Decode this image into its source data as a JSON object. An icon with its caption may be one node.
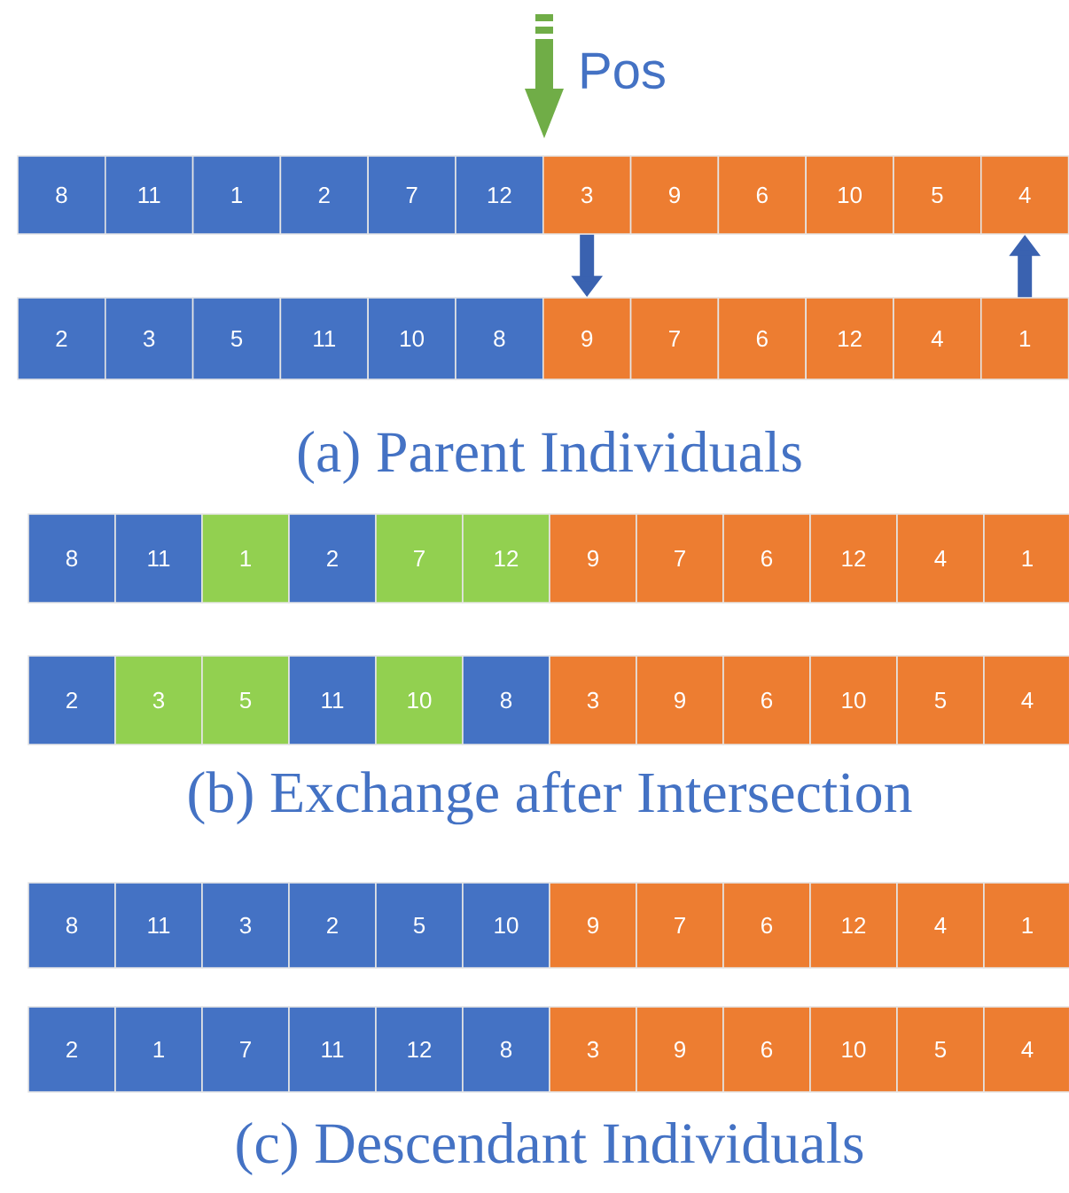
{
  "diagram": {
    "nodes": [
      {
        "text": [
          "8"
        ]
      },
      {
        "text": [
          "11"
        ]
      },
      {
        "text": [
          "1"
        ]
      },
      {
        "text": [
          "2"
        ]
      },
      {
        "text": [
          "7"
        ]
      },
      {
        "text": [
          "12"
        ]
      },
      {
        "text": [
          "3"
        ]
      },
      {
        "text": [
          "9"
        ]
      },
      {
        "text": [
          "6"
        ]
      },
      {
        "text": [
          "10"
        ]
      },
      {
        "text": [
          "5"
        ]
      },
      {
        "text": [
          "4"
        ]
      },
      {
        "text": [
          "2"
        ]
      },
      {
        "text": [
          "3"
        ]
      },
      {
        "text": [
          "5"
        ]
      },
      {
        "text": [
          "11"
        ]
      },
      {
        "text": [
          "10"
        ]
      },
      {
        "text": [
          "8"
        ]
      },
      {
        "text": [
          "9"
        ]
      },
      {
        "text": [
          "7"
        ]
      },
      {
        "text": [
          "6"
        ]
      },
      {
        "text": [
          "12"
        ]
      },
      {
        "text": [
          "4"
        ]
      },
      {
        "text": [
          "1"
        ]
      },
      {
        "text": [
          "8"
        ]
      },
      {
        "text": [
          "11"
        ]
      },
      {
        "text": [
          "1"
        ]
      },
      {
        "text": [
          "2"
        ]
      },
      {
        "text": [
          "7"
        ]
      },
      {
        "text": [
          "12"
        ]
      },
      {
        "text": [
          "9"
        ]
      },
      {
        "text": [
          "7"
        ]
      },
      {
        "text": [
          "6"
        ]
      },
      {
        "text": [
          "12"
        ]
      },
      {
        "text": [
          "4"
        ]
      },
      {
        "text": [
          "1"
        ]
      },
      {
        "text": [
          "2"
        ]
      },
      {
        "text": [
          "3"
        ]
      },
      {
        "text": [
          "5"
        ]
      },
      {
        "text": [
          "11"
        ]
      },
      {
        "text": [
          "10"
        ]
      },
      {
        "text": [
          "8"
        ]
      },
      {
        "text": [
          "3"
        ]
      },
      {
        "text": [
          "9"
        ]
      },
      {
        "text": [
          "6"
        ]
      },
      {
        "text": [
          "10"
        ]
      },
      {
        "text": [
          "5"
        ]
      },
      {
        "text": [
          "4"
        ]
      },
      {
        "text": [
          "8"
        ]
      },
      {
        "text": [
          "11"
        ]
      },
      {
        "text": [
          "3"
        ]
      },
      {
        "text": [
          "2"
        ]
      },
      {
        "text": [
          "5"
        ]
      },
      {
        "text": [
          "10"
        ]
      },
      {
        "text": [
          "9"
        ]
      },
      {
        "text": [
          "7"
        ]
      },
      {
        "text": [
          "6"
        ]
      },
      {
        "text": [
          "12"
        ]
      },
      {
        "text": [
          "4"
        ]
      },
      {
        "text": [
          "1"
        ]
      },
      {
        "text": [
          "2"
        ]
      },
      {
        "text": [
          "1"
        ]
      },
      {
        "text": [
          "7"
        ]
      },
      {
        "text": [
          "11"
        ]
      },
      {
        "text": [
          "12"
        ]
      },
      {
        "text": [
          "8"
        ]
      },
      {
        "text": [
          "3"
        ]
      },
      {
        "text": [
          "9"
        ]
      },
      {
        "text": [
          "6"
        ]
      },
      {
        "text": [
          "10"
        ]
      },
      {
        "text": [
          "5"
        ]
      },
      {
        "text": [
          "4"
        ]
      }
    ],
    "edges": [
      {
        "from": 6,
        "to": 18,
        "arrow": "to"
      },
      {
        "from": 23,
        "to": 11,
        "arrow": "to"
      }
    ],
    "labels": [
      "Pos",
      "(a) Parent Individuals",
      "(b) Exchange after Intersection",
      "(c) Descendant Individuals"
    ]
  }
}
